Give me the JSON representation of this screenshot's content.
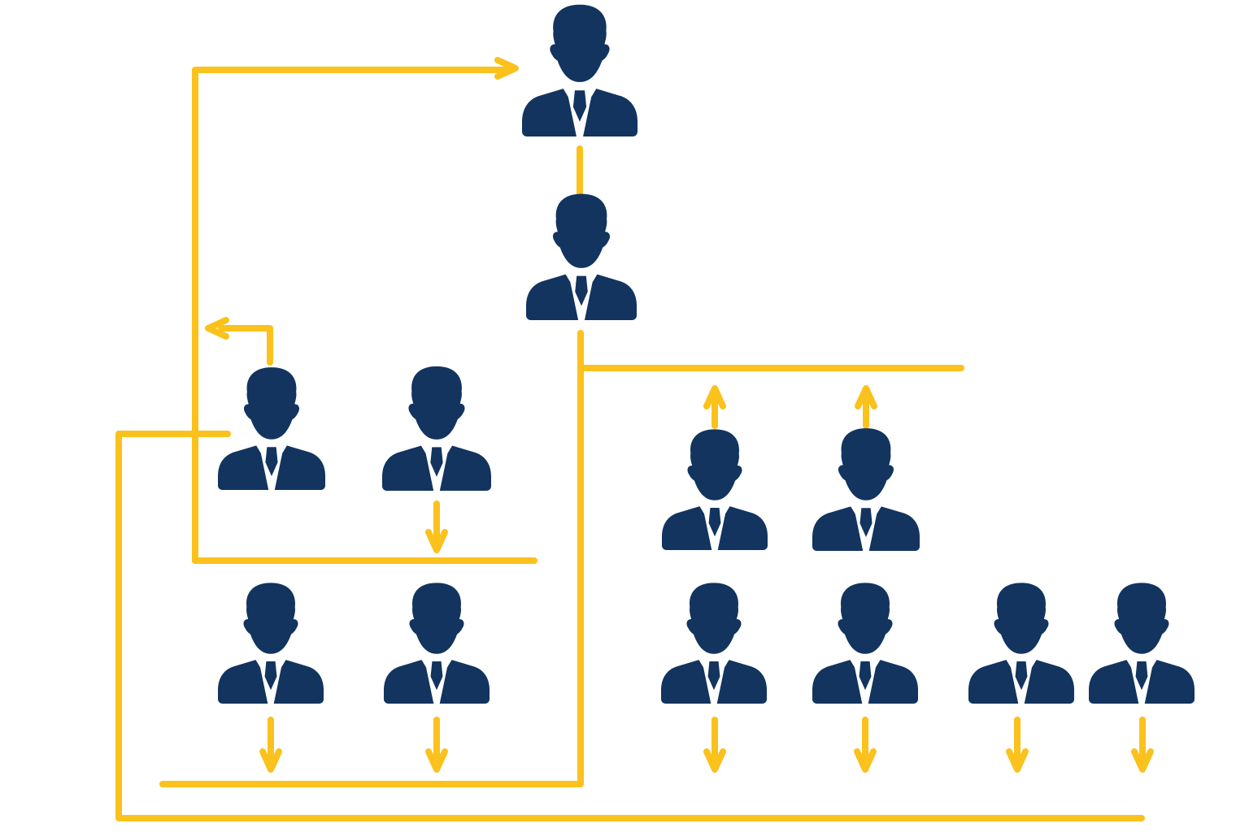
{
  "colors": {
    "background": "#ffffff",
    "person": "#12345f",
    "connector": "#fbc11c"
  },
  "icons": {
    "person": "person-icon",
    "arrow": "arrow-icon"
  },
  "people": [
    {
      "id": "person-top"
    },
    {
      "id": "person-second"
    },
    {
      "id": "person-left-upper-1"
    },
    {
      "id": "person-left-upper-2"
    },
    {
      "id": "person-left-lower-1"
    },
    {
      "id": "person-left-lower-2"
    },
    {
      "id": "person-right-upper-1"
    },
    {
      "id": "person-right-upper-2"
    },
    {
      "id": "person-right-lower-1"
    },
    {
      "id": "person-right-lower-2"
    },
    {
      "id": "person-right-lower-3"
    },
    {
      "id": "person-right-lower-4"
    }
  ]
}
